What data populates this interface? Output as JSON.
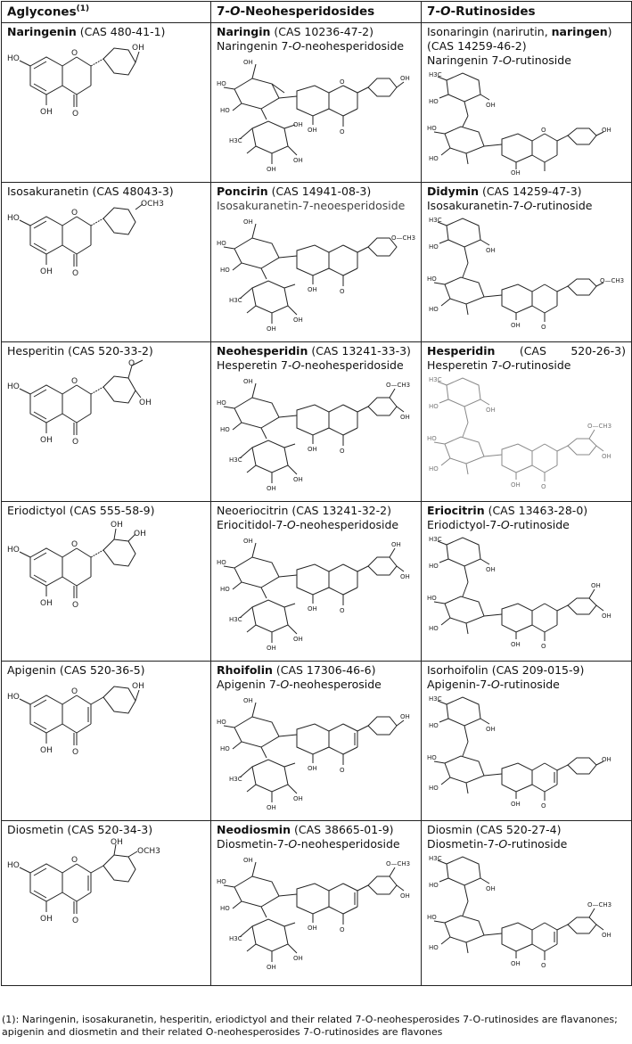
{
  "headers": {
    "col1_main": "Aglycones",
    "col1_sup": "(1)",
    "col2_prefix": "7-",
    "col2_italic": "O",
    "col2_rest": "-Neohesperidosides",
    "col3_prefix": "7-",
    "col3_italic": "O",
    "col3_rest": "-Rutinosides"
  },
  "rows": [
    {
      "aglycone": {
        "bold": "Naringenin",
        "cas": " (CAS 480-41-1)"
      },
      "neo": {
        "bold": "Naringin",
        "cas": " (CAS 10236-47-2)",
        "sub_a": "Naringenin 7-",
        "sub_i": "O",
        "sub_b": "-neohesperidoside"
      },
      "rut": {
        "line1_a": "Isonaringin (narirutin, ",
        "line1_bold": "naringen",
        "line1_b": ")",
        "line2": "(CAS 14259-46-2)",
        "sub_a": "Naringenin 7-",
        "sub_i": "O",
        "sub_b": "-rutinoside"
      }
    },
    {
      "aglycone": {
        "plain": "Isosakuranetin (CAS 48043-3)"
      },
      "neo": {
        "bold": "Poncirin",
        "cas": " (CAS 14941-08-3)",
        "sub": "Isosakuranetin-7-neoesperidoside"
      },
      "rut": {
        "bold": "Didymin",
        "cas": " (CAS 14259-47-3)",
        "sub_a": "Isosakuranetin-7-",
        "sub_i": "O",
        "sub_b": "-rutinoside"
      }
    },
    {
      "aglycone": {
        "plain": "Hesperitin (CAS 520-33-2)"
      },
      "neo": {
        "bold": "Neohesperidin",
        "cas": " (CAS 13241-33-3)",
        "sub_a": "Hesperetin 7-",
        "sub_i": "O",
        "sub_b": "-neohesperidoside"
      },
      "rut": {
        "bold": "Hesperidin",
        "cas_a": "(CAS",
        "cas_b": "520-26-3)",
        "sub_a": "Hesperetin 7-",
        "sub_i": "O",
        "sub_b": "-rutinoside"
      }
    },
    {
      "aglycone": {
        "plain": "Eriodictyol (CAS 555-58-9)"
      },
      "neo": {
        "plain": "Neoeriocitrin (CAS 13241-32-2)",
        "sub_a": "Eriocitidol-7-",
        "sub_i": "O",
        "sub_b": "-neohesperidoside"
      },
      "rut": {
        "bold": "Eriocitrin",
        "cas": " (CAS 13463-28-0)",
        "sub_a": "Eriodictyol-7-",
        "sub_i": "O",
        "sub_b": "-rutinoside"
      }
    },
    {
      "aglycone": {
        "plain": "Apigenin (CAS 520-36-5)"
      },
      "neo": {
        "bold": "Rhoifolin",
        "cas": " (CAS 17306-46-6)",
        "sub_a": "Apigenin 7-",
        "sub_i": "O",
        "sub_b": "-neohesperoside"
      },
      "rut": {
        "plain": "Isorhoifolin (CAS 209-015-9)",
        "sub_a": "Apigenin-7-",
        "sub_i": "O",
        "sub_b": "-rutinoside"
      }
    },
    {
      "aglycone": {
        "plain": "Diosmetin (CAS 520-34-3)"
      },
      "neo": {
        "bold": "Neodiosmin",
        "cas": " (CAS 38665-01-9)",
        "sub_a": "Diosmetin-7-",
        "sub_i": "O",
        "sub_b": "-neohesperidoside"
      },
      "rut": {
        "plain": "Diosmin (CAS 520-27-4)",
        "sub_a": "Diosmetin-7-",
        "sub_i": "O",
        "sub_b": "-rutinoside"
      }
    }
  ],
  "atoms": {
    "oh": "OH",
    "ho": "HO",
    "o": "O",
    "och3": "OCH3",
    "och3_chain": "O—CH3",
    "h3c": "H3C"
  },
  "footnote": "(1): Naringenin, isosakuranetin, hesperitin, eriodictyol and their related 7-O-neohesperosides 7-O-rutinosides are flavanones; apigenin and diosmetin and their related O-neohesperosides 7-O-rutinosides are flavones"
}
